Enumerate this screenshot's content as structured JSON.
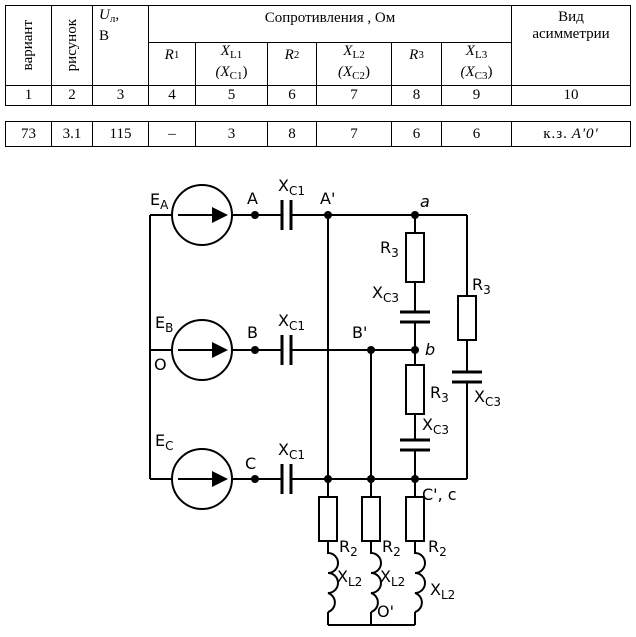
{
  "table": {
    "headers": {
      "variant": "вариант",
      "figure": "рисунок",
      "voltage": "U",
      "voltage_sub": "л",
      "voltage_unit": "В",
      "resistance_group": "Сопротивления , Ом",
      "asym_line1": "Вид",
      "asym_line2": "асимметрии",
      "r1": "R",
      "r1_sub": "1",
      "xl1": "X",
      "xl1_sub": "L1",
      "xc1": "(X",
      "xc1_sub": "C1",
      "r2": "R",
      "r2_sub": "2",
      "xl2": "X",
      "xl2_sub": "L2",
      "xc2": "(X",
      "xc2_sub": "C2",
      "r3": "R",
      "r3_sub": "3",
      "xl3": "X",
      "xl3_sub": "L3",
      "xc3": "(X",
      "xc3_sub": "C3",
      "close": ")"
    },
    "column_numbers": [
      "1",
      "2",
      "3",
      "4",
      "5",
      "6",
      "7",
      "8",
      "9",
      "10"
    ],
    "row": {
      "variant": "73",
      "figure": "3.1",
      "voltage": "115",
      "r1": "–",
      "xl1": "3",
      "r2": "8",
      "xl2": "7",
      "r3": "6",
      "xl3": "6",
      "asymmetry_prefix": "к.з.",
      "asymmetry_value": "A'0'"
    }
  },
  "diagram": {
    "sources": [
      "E",
      "E",
      "E"
    ],
    "source_subs": [
      "A",
      "B",
      "C"
    ],
    "phase_labels": [
      "A",
      "B",
      "C"
    ],
    "primed_labels": [
      "A'",
      "B'",
      "C', c"
    ],
    "node_labels": [
      "a",
      "b",
      "O",
      "O'"
    ],
    "cap_label": "X",
    "cap_sub_c1": "C1",
    "cap_sub_c3": "C3",
    "res_label": "R",
    "res_sub_2": "2",
    "res_sub_3": "3",
    "ind_label": "X",
    "ind_sub_l2": "L2"
  }
}
